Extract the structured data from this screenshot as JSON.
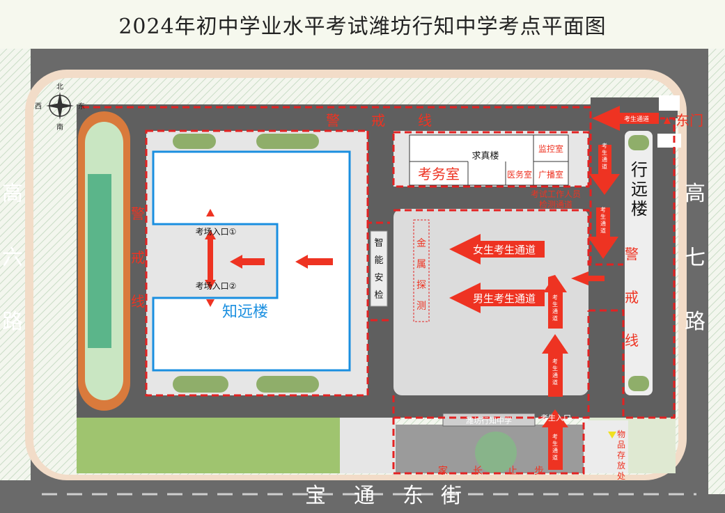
{
  "title": "2024年初中学业水平考试潍坊行知中学考点平面图",
  "compass": {
    "north": "北",
    "south": "南",
    "east": "东",
    "west": "西"
  },
  "roads": {
    "west": [
      "高",
      "六",
      "路"
    ],
    "east": [
      "高",
      "七",
      "路"
    ],
    "south": [
      "宝",
      "通",
      "东",
      "街"
    ]
  },
  "gates": {
    "east_gate": "东门",
    "student_entrance": "考生入口"
  },
  "buildings": {
    "zhiyuan": "知远楼",
    "xingyuan": [
      "行",
      "远",
      "楼"
    ],
    "qiuzhen": "求真楼",
    "monitor_room": "监控室",
    "broadcast_room": "广播室",
    "medical_room": "医务室",
    "exam_office": "考务室",
    "school_sign": "潍坊行知中学"
  },
  "cordon": {
    "top": [
      "警",
      "戒",
      "线"
    ],
    "left": [
      "警",
      "戒",
      "线"
    ],
    "right": [
      "警",
      "戒",
      "线"
    ]
  },
  "checkpoints": {
    "smart_security": [
      "智",
      "能",
      "安",
      "检"
    ],
    "metal_detection": [
      "金",
      "属",
      "探",
      "测"
    ],
    "staff_channel": [
      "考试工作人员",
      "检测通道"
    ]
  },
  "channels": {
    "girls": "女生考生通道",
    "boys": "男生考生通道",
    "student_channel": "考生通道",
    "student_channel_vertical": [
      "考",
      "生",
      "通",
      "道"
    ]
  },
  "exam_entrances": {
    "first": "考场入口①",
    "second": "考场入口②"
  },
  "storage": [
    "物",
    "品",
    "存",
    "放",
    "处"
  ],
  "parents_stop": [
    "家",
    "长",
    "止",
    "步"
  ],
  "colors": {
    "cordon": "#e32222",
    "building_outline": "#1a8fe0",
    "road": "#5f5f5f",
    "grass": "#cfe6c8"
  }
}
